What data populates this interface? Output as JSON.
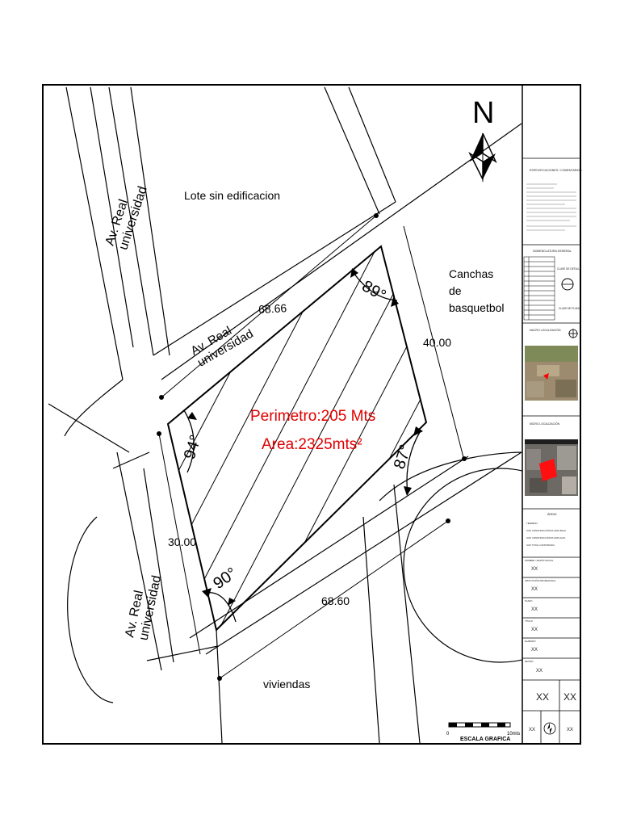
{
  "plan": {
    "north_label": "N",
    "streets": {
      "top_left": "Av. Real\nuniversidad",
      "center": "Av. Real\nuniversidad",
      "bottom_left": "Av. Real\nuniversidad"
    },
    "neighbors": {
      "north": "Lote sin edificacion",
      "east": "Canchas\nde\nbasquetbol",
      "south": "viviendas"
    },
    "dimensions": {
      "top": "68.66",
      "right": "40.00",
      "left": "30.00",
      "bottom": "68.60"
    },
    "angles": {
      "top_left": "94°",
      "top_right": "89°",
      "bottom_right": "87°",
      "bottom_left": "90°"
    },
    "perimeter_label": "Perimetro:205 Mts",
    "area_label": "Area:2325mts²",
    "scale_bar": {
      "title": "ESCALA GRAFICA",
      "start": "0",
      "end": "10mts"
    },
    "colors": {
      "annotation": "#e00000",
      "line": "#000000"
    }
  },
  "title_block": {
    "notes_title": "ESPECIFICACIONES / COMENTARIOS",
    "nomenclature_title": "NOMENCLATURA GENERAL",
    "detail_key": "CLAVE DE DETALLE",
    "plan_key": "CLAVE DE PLANO",
    "macro_location": "MACRO LOCALIZACIÓN",
    "micro_location": "MICRO LOCALIZACIÓN",
    "areas_title": "ÁREAS",
    "areas_rows": [
      "TERRENO",
      "SUP. CONSTRUCCIÓN PLANTA BAJA",
      "SUP. CONSTRUCCIÓN PLANTA ALTA",
      "SUP. TOTAL CONSTRUIDA"
    ],
    "fields": [
      {
        "label": "NOMBRE / RAZÓN SOCIAL",
        "value": "XX"
      },
      {
        "label": "INSTITUCIÓN PROFESIONAL",
        "value": "XX"
      },
      {
        "label": "PLANO",
        "value": "XX"
      },
      {
        "label": "TÍTULO",
        "value": "XX"
      },
      {
        "label": "ELABORÓ",
        "value": "XX"
      },
      {
        "label": "REVISÓ",
        "value": "XX"
      }
    ],
    "sheet_codes": {
      "left": "XX",
      "right": "XX"
    },
    "footer": {
      "scale": "XX",
      "sheet": "XX"
    }
  }
}
